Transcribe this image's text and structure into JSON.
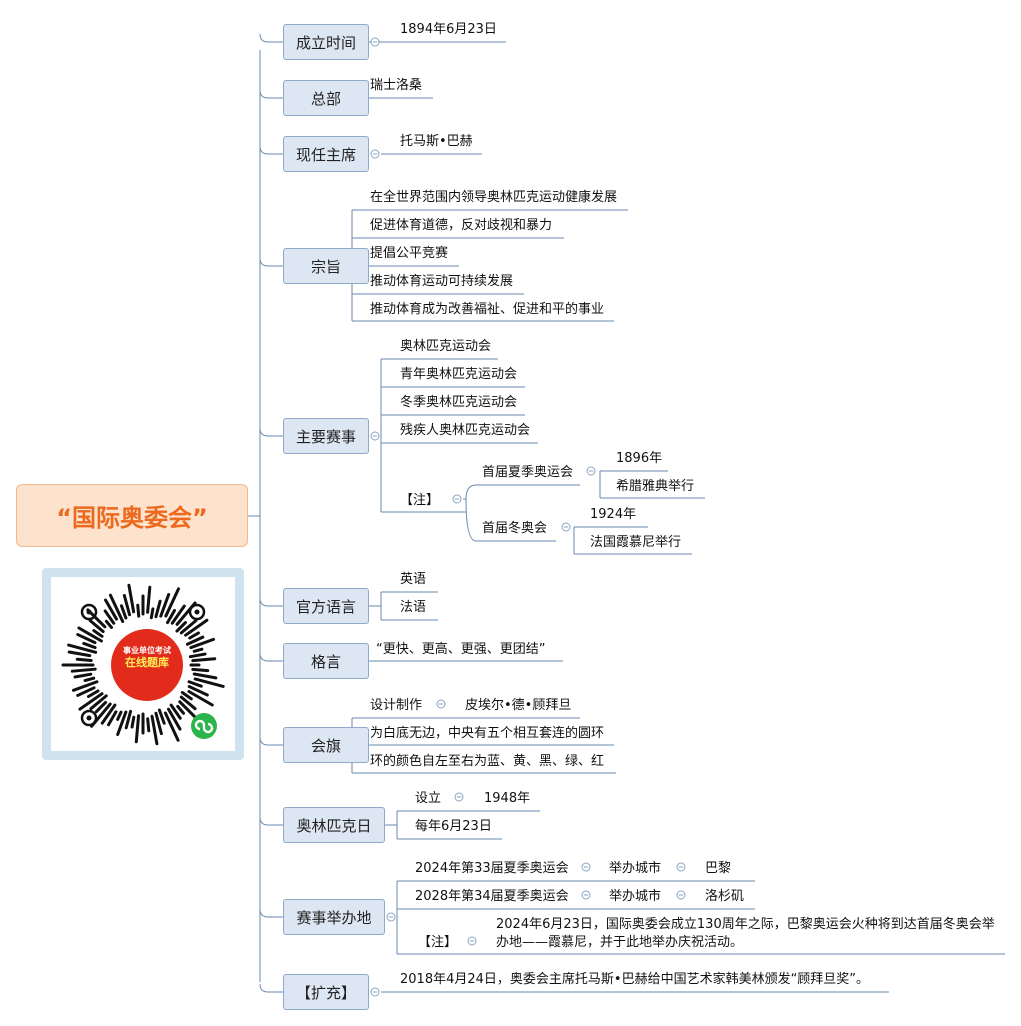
{
  "root": {
    "title": "“国际奥委会”"
  },
  "qr": {
    "line1": "事业单位考试",
    "line2": "在线题库"
  },
  "branches": {
    "founded": {
      "label": "成立时间",
      "date": "1894年6月23日"
    },
    "hq": {
      "label": "总部",
      "value": "瑞士洛桑"
    },
    "president": {
      "label": "现任主席",
      "value": "托马斯•巴赫"
    },
    "purpose": {
      "label": "宗旨",
      "items": [
        "在全世界范围内领导奥林匹克运动健康发展",
        "促进体育道德，反对歧视和暴力",
        "提倡公平竞赛",
        "推动体育运动可持续发展",
        "推动体育成为改善福祉、促进和平的事业"
      ]
    },
    "events": {
      "label": "主要赛事",
      "items": [
        "奥林匹克运动会",
        "青年奥林匹克运动会",
        "冬季奥林匹克运动会",
        "残疾人奥林匹克运动会"
      ],
      "note": "【注】",
      "summer": {
        "label": "首届夏季奥运会",
        "year": "1896年",
        "place": "希腊雅典举行"
      },
      "winter": {
        "label": "首届冬奥会",
        "year": "1924年",
        "place": "法国霞慕尼举行"
      }
    },
    "language": {
      "label": "官方语言",
      "items": [
        "英语",
        "法语"
      ]
    },
    "motto": {
      "label": "格言",
      "value": "“更快、更高、更强、更团结”"
    },
    "flag": {
      "label": "会旗",
      "designer_label": "设计制作",
      "designer": "皮埃尔•德•顾拜旦",
      "desc1": "为白底无边，中央有五个相互套连的圆环",
      "desc2": "环的颜色自左至右为蓝、黄、黑、绿、红"
    },
    "olympic_day": {
      "label": "奥林匹克日",
      "established_label": "设立",
      "established": "1948年",
      "date": "每年6月23日"
    },
    "hosts": {
      "label": "赛事举办地",
      "g2024": "2024年第33届夏季奥运会",
      "g2028": "2028年第34届夏季奥运会",
      "city_label": "举办城市",
      "city2024": "巴黎",
      "city2028": "洛杉矶",
      "note": "【注】",
      "note_text": "2024年6月23日，国际奥委会成立130周年之际，巴黎奥运会火种将到达首届冬奥会举办地——霞慕尼，并于此地举办庆祝活动。"
    },
    "extra": {
      "label": "【扩充】",
      "text": "2018年4月24日，奥委会主席托马斯•巴赫给中国艺术家韩美林颁发“顾拜旦奖”。"
    }
  }
}
